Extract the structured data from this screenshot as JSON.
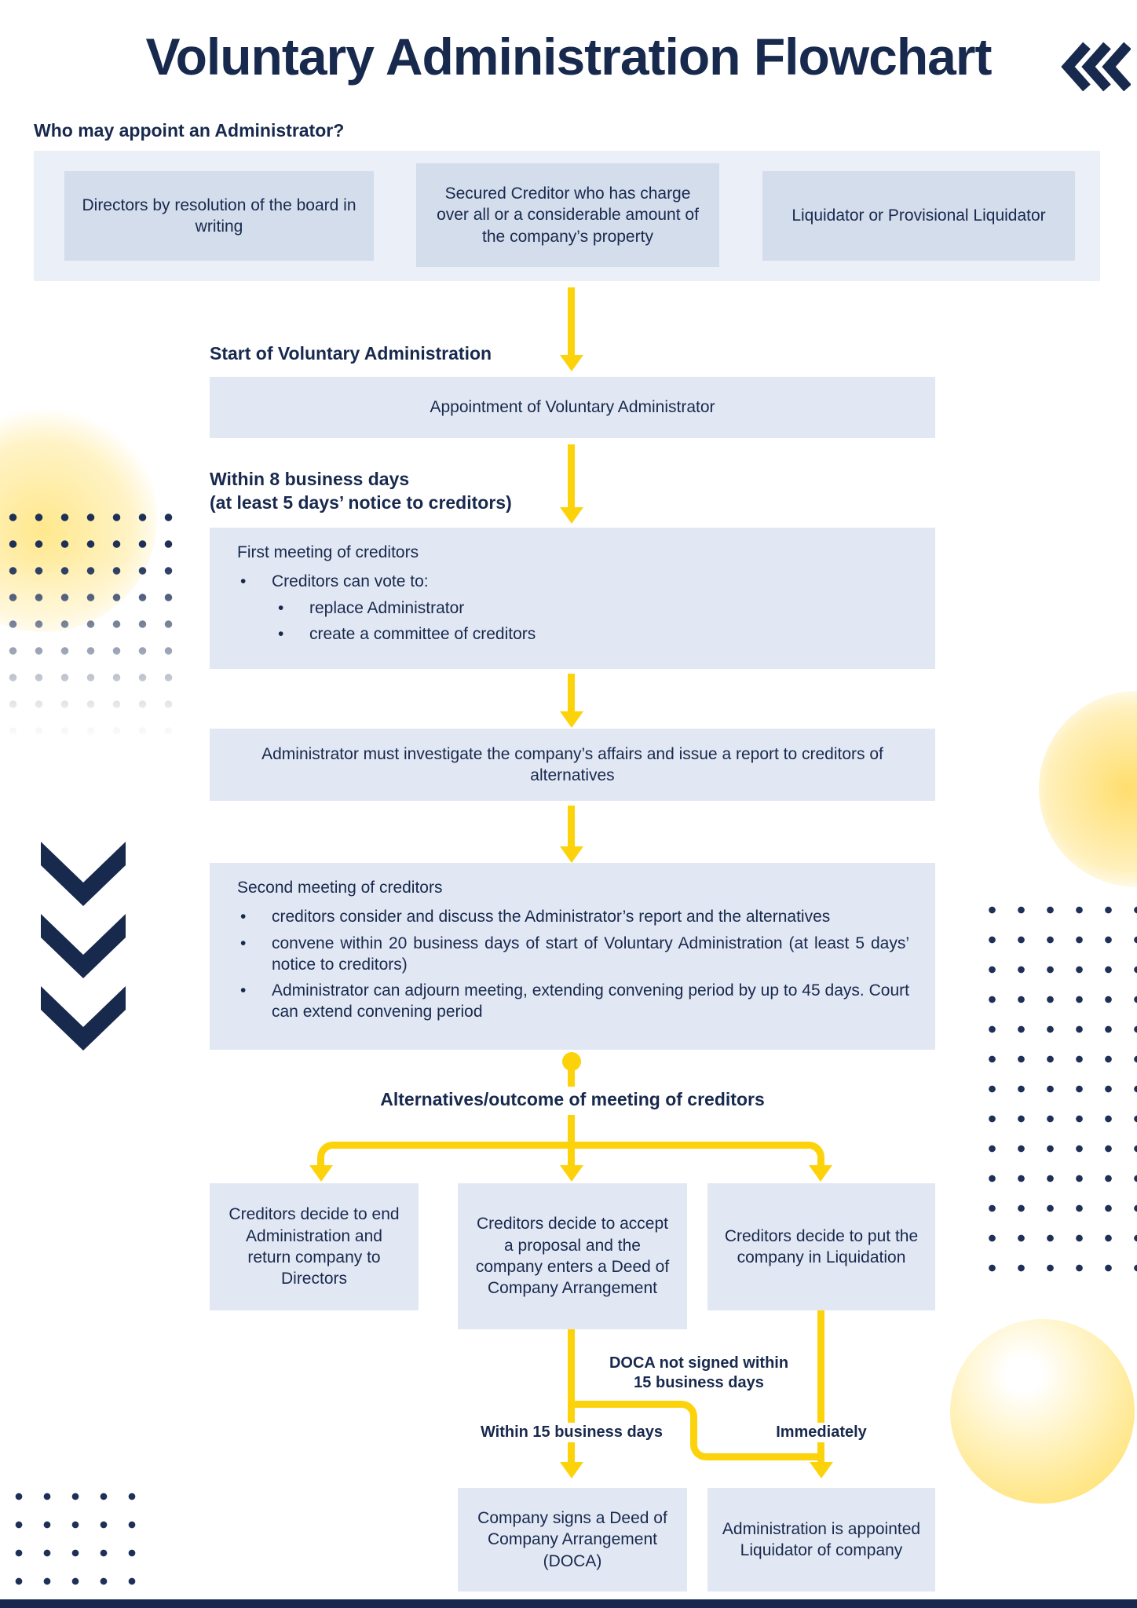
{
  "colors": {
    "navy": "#18294E",
    "yellow": "#FCD30B",
    "box_fill": "#E2E8F3",
    "box_fill_dark": "#D4DDEC",
    "band_fill": "#EBEFF7"
  },
  "header": {
    "title": "Voluntary Administration Flowchart"
  },
  "appoint": {
    "heading": "Who may appoint an Administrator?",
    "options": [
      "Directors by resolution of the board in writing",
      "Secured Creditor who has charge over all or a considerable amount of the company’s property",
      "Liquidator or Provisional Liquidator"
    ]
  },
  "flow": {
    "start_label": "Start of Voluntary Administration",
    "appointment": "Appointment of Voluntary Administrator",
    "within8_line1": "Within 8 business days",
    "within8_line2": "(at least 5 days’ notice to creditors)",
    "first_meeting": {
      "heading": "First meeting of creditors",
      "bullet": "Creditors can vote to:",
      "sub_bullets": [
        "replace Administrator",
        "create a committee of creditors"
      ]
    },
    "investigate": "Administrator must investigate the company’s affairs and issue a report to creditors of alternatives",
    "second_meeting": {
      "heading": "Second meeting of creditors",
      "bullets": [
        "creditors consider and discuss the Administrator’s report and the alternatives",
        "convene within 20 business days of start of Voluntary Administration (at least 5 days’ notice to creditors)",
        "Administrator can adjourn meeting, extending convening period by up to 45 days. Court can extend convening period"
      ]
    },
    "alternatives_label": "Alternatives/outcome of meeting of creditors",
    "outcomes": [
      "Creditors decide to end Administration and return company to Directors",
      "Creditors decide to accept a proposal and the company enters a Deed of Company Arrangement",
      "Creditors decide to put the company in Liquidation"
    ],
    "labels": {
      "doca_not_signed": "DOCA not signed within 15 business days",
      "within15": "Within 15 business days",
      "immediately": "Immediately"
    },
    "finals": [
      "Company signs a Deed of Company Arrangement (DOCA)",
      "Administration is appointed Liquidator of company"
    ]
  }
}
